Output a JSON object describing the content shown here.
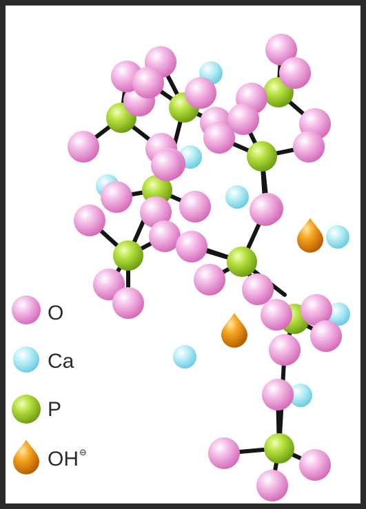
{
  "legend": [
    {
      "key": "oxygen",
      "label": "O",
      "atom": "o"
    },
    {
      "key": "calcium",
      "label": "Ca",
      "atom": "ca"
    },
    {
      "key": "phosphorus",
      "label": "P",
      "atom": "p"
    },
    {
      "key": "hydroxide",
      "label": "OH",
      "charge": "⊖",
      "atom": "oh"
    }
  ],
  "colors": {
    "oxygen": "#f09ad8",
    "calcium": "#9fe6f2",
    "phosphorus": "#a8d836",
    "hydroxide": "#f0980e",
    "bond": "#151515",
    "background": "#ffffff",
    "border": "#2b2b2b"
  }
}
